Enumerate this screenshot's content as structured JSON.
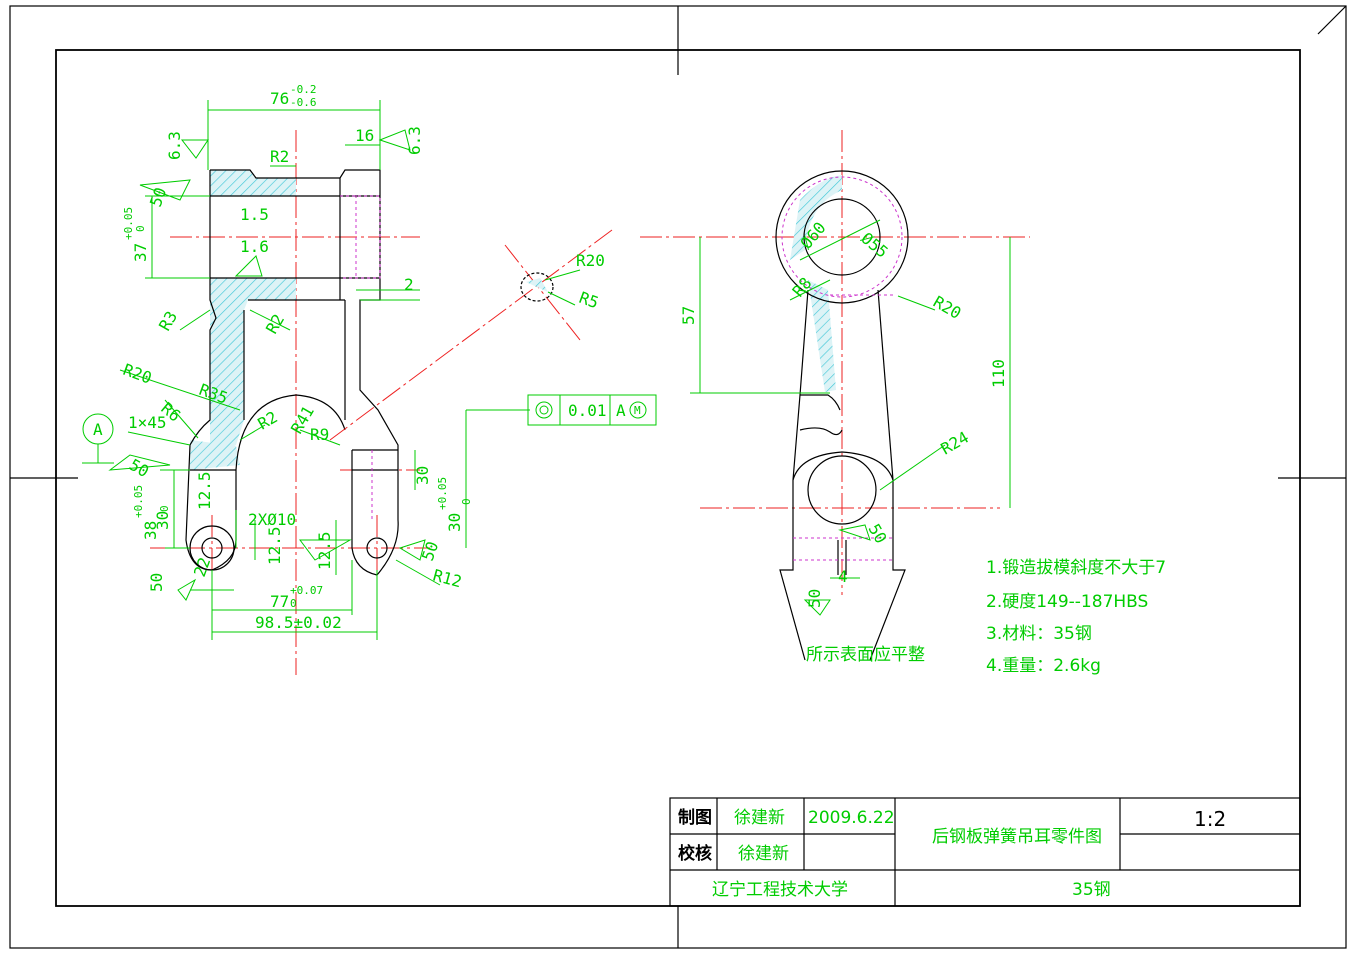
{
  "drawing": {
    "title_block": {
      "drawn_label": "制图",
      "drawn_by": "徐建新",
      "date": "2009.6.22",
      "checked_label": "校核",
      "checked_by": "徐建新",
      "part_name": "后钢板弹簧吊耳零件图",
      "scale": "1:2",
      "school": "辽宁工程技术大学",
      "material": "35钢"
    },
    "notes": [
      "1.锻造拔模斜度不大于7",
      "2.硬度149--187HBS",
      "3.材料：35钢",
      "4.重量：2.6kg"
    ],
    "surface_note": "所示表面应平整",
    "datum_label": "A",
    "tolerance_frame": {
      "value": "0.01",
      "datum": "A",
      "modifier": "M"
    },
    "left_view": {
      "overall_width": "76",
      "overall_width_upper": "-0.2",
      "overall_width_lower": "-0.6",
      "dim_16": "16",
      "rough_6_3_a": "6.3",
      "rough_6_3_b": "6.3",
      "rough_50_a": "50",
      "rough_1_5": "1.5",
      "rough_1_6": "1.6",
      "r2_top": "R2",
      "dim_37": "37",
      "dim_37_upper": "+0.05",
      "dim_37_lower": "0",
      "dim_2": "2",
      "r3": "R3",
      "r2_mid": "R2",
      "r20": "R20",
      "r35": "R35",
      "r6": "R6",
      "chamfer": "1×45",
      "r2_low": "R2",
      "r41": "R41",
      "r9": "R9",
      "rough_50_b": "50",
      "dim_12_5_a": "12.5",
      "dim_38": "38",
      "dim_38_upper": "+0.05",
      "dim_38_lower": "0",
      "dim_30_a": "30",
      "dim_2x10": "2XØ10",
      "dim_12_5_b": "12.5",
      "dim_12_5_c": "12.5",
      "dim_30_b": "30",
      "dim_30_c": "30",
      "dim_30_c_upper": "+0.05",
      "dim_30_c_lower": "0",
      "rough_50_c": "50",
      "r12": "R12",
      "rough_50_d": "50",
      "dim_22": "22",
      "dim_77": "77",
      "dim_77_upper": "+0.07",
      "dim_77_lower": "0",
      "dim_98_5": "98.5±0.02"
    },
    "detail_view": {
      "r20": "R20",
      "r5": "R5"
    },
    "right_view": {
      "d60": "Ø60",
      "d55": "Ø55",
      "r8": "R8",
      "r20": "R20",
      "dim_57": "57",
      "dim_110": "110",
      "r24": "R24",
      "rough_50_a": "50",
      "dim_4": "4",
      "rough_50_b": "50"
    }
  }
}
